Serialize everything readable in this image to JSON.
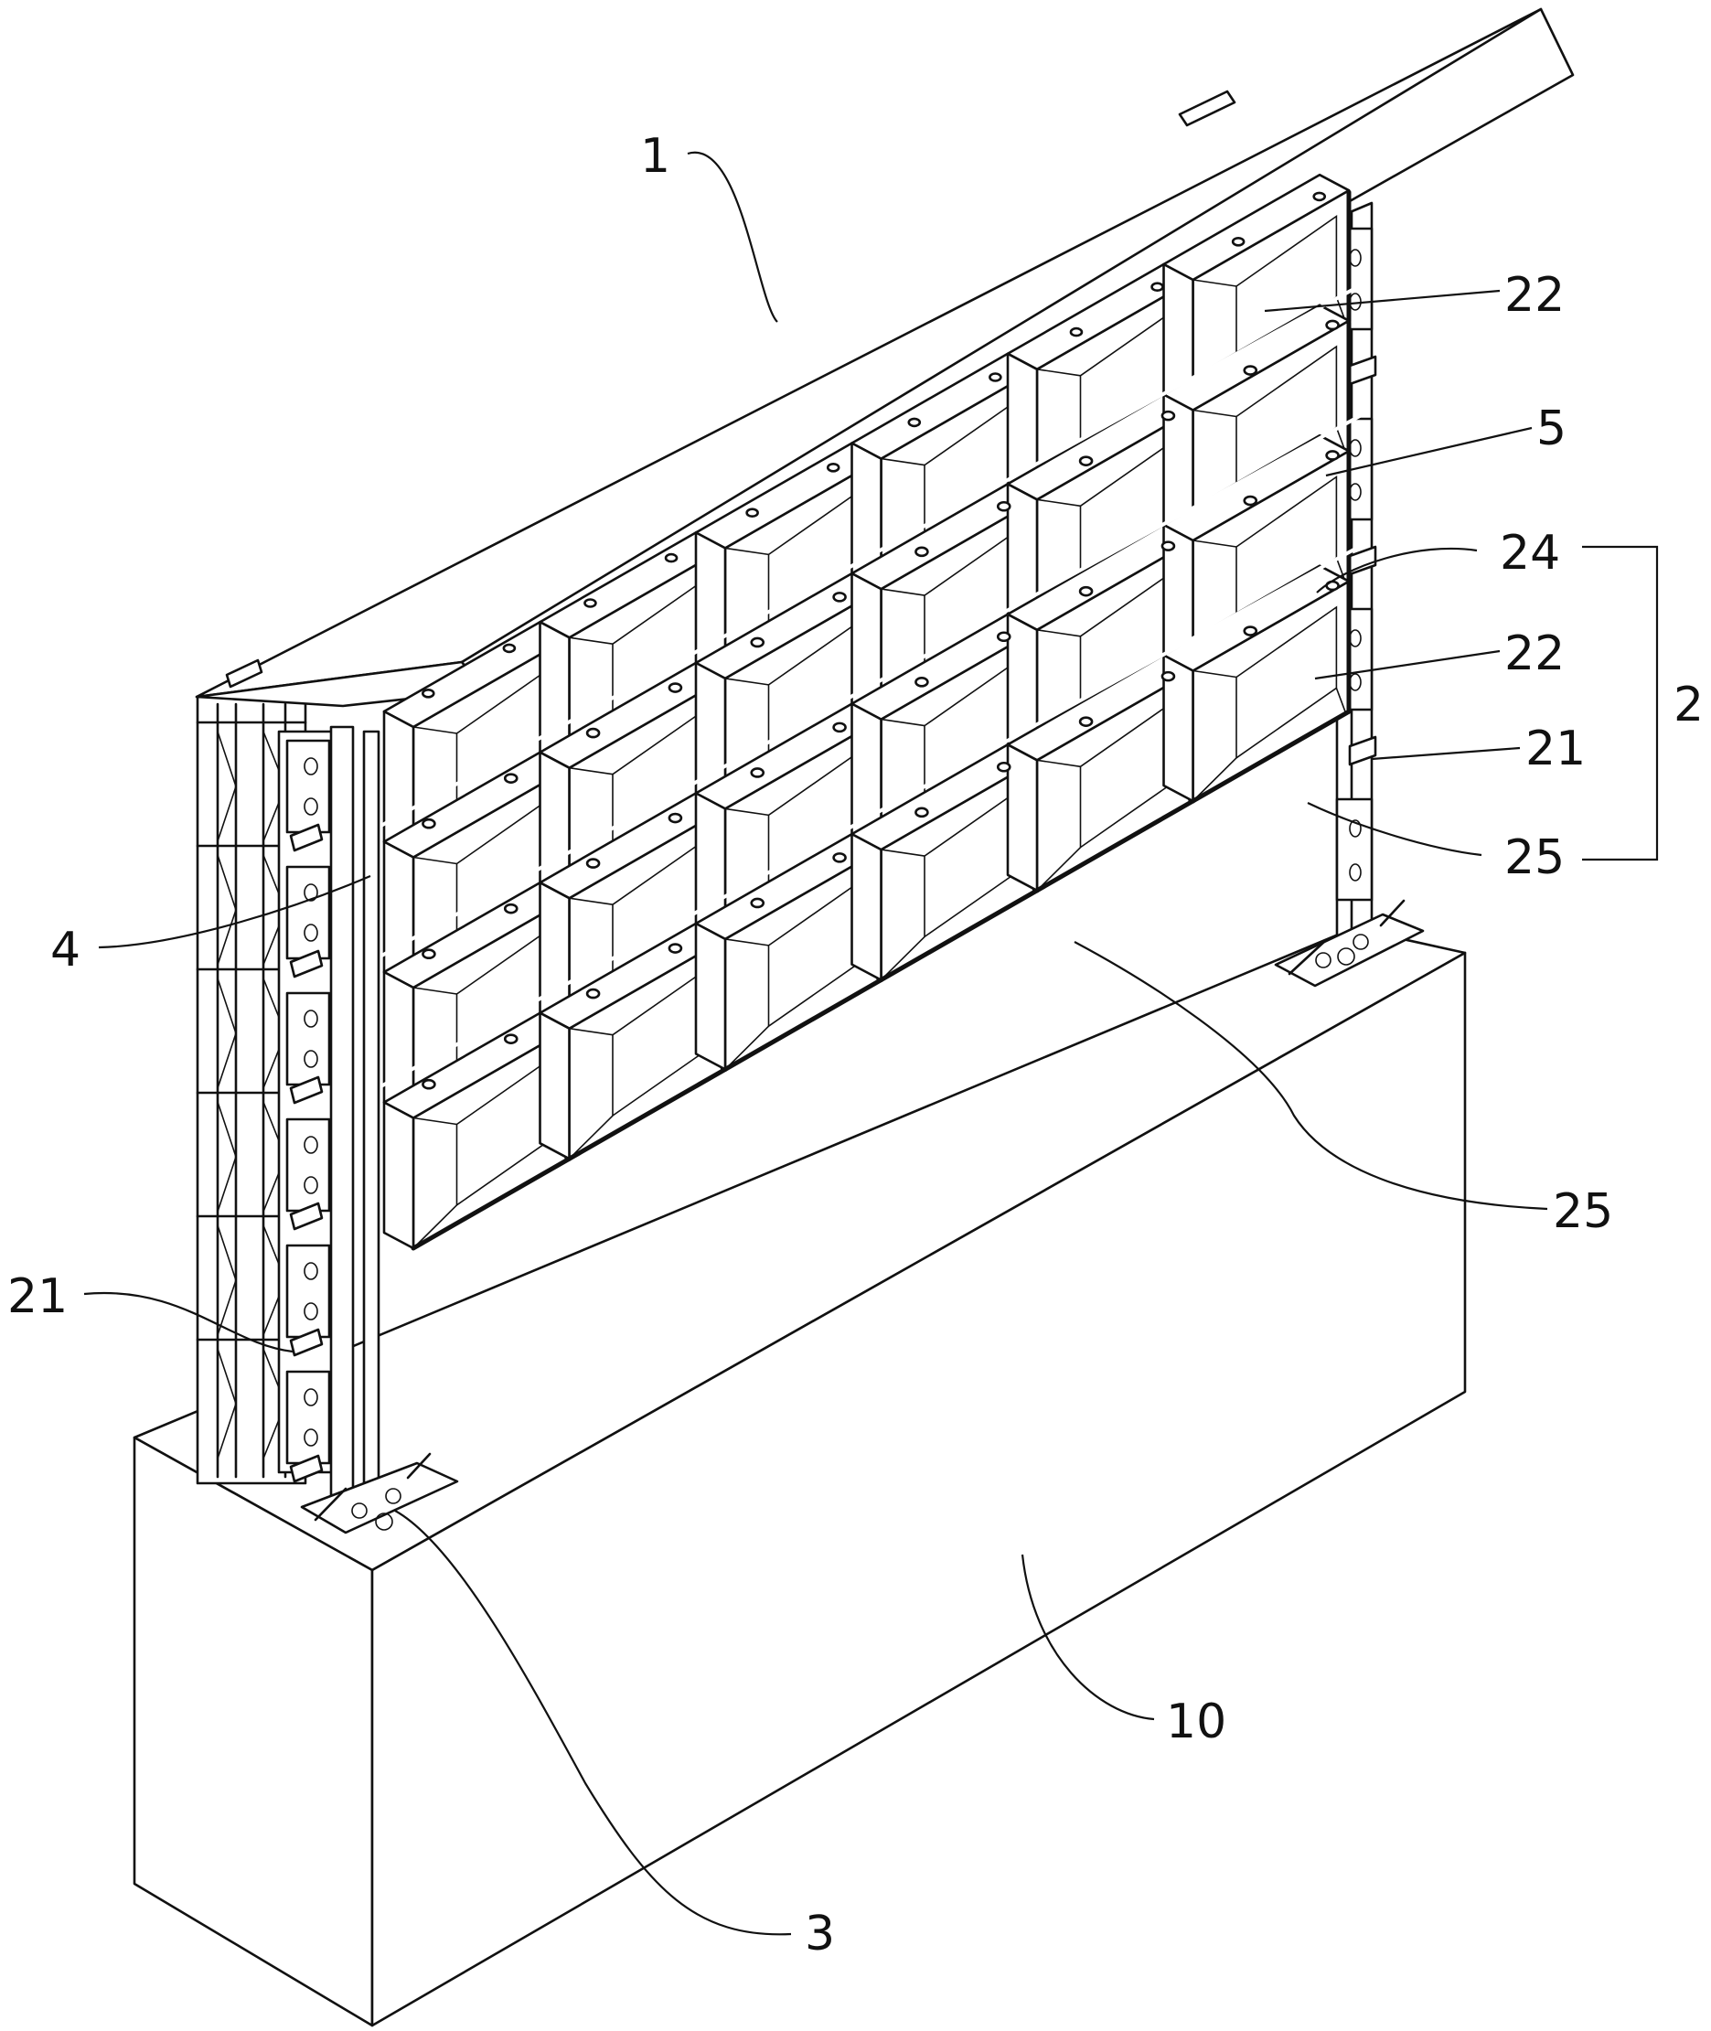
{
  "labels": {
    "roof": "1",
    "module_assembly": "2",
    "base_plate": "3",
    "vertical_post": "4",
    "side_bracket": "5",
    "foundation": "10",
    "connector_right": "21",
    "connector_left": "21",
    "cell_top": "22",
    "cell_middle": "22",
    "rail": "24",
    "bolt_right": "25",
    "bolt_lower": "25"
  }
}
